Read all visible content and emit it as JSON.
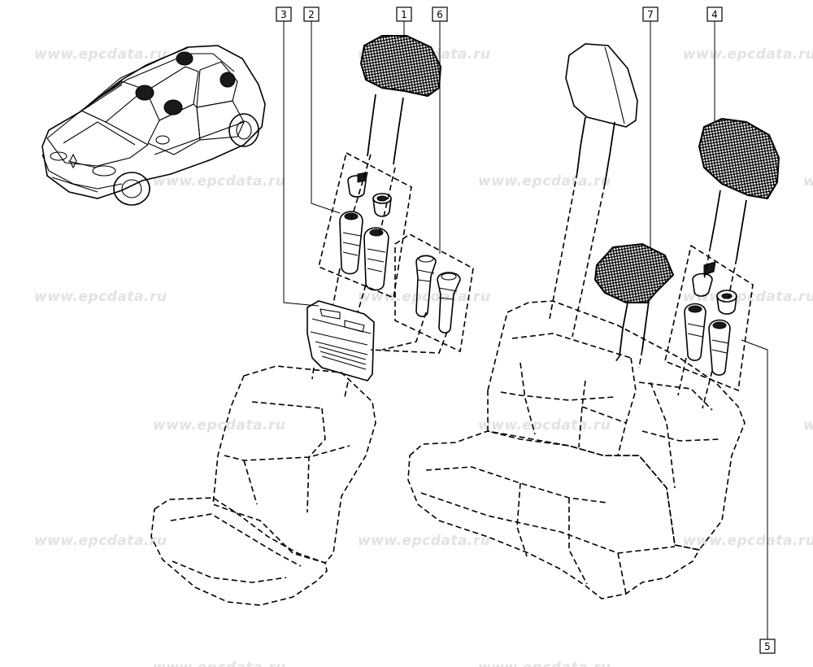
{
  "watermarks": [
    "www.epcdata.ru",
    "www.epcdata.ru",
    "www.epcdata.ru",
    "www.epcdata.ru",
    "www.epcdata.ru",
    "www.epcdata.ru",
    "www.epcdata.ru",
    "www.epcdata.ru",
    "www.epcdata.ru",
    "www.epcdata.ru",
    "www.epcdata.ru",
    "www.epcdata.ru",
    "www.epcdata.ru",
    "www.epcdata.ru",
    "www.epcdata.ru",
    "www.epcdata.ru",
    "www.epcdata.ru",
    "www.epcdata.ru",
    "www.epcdata.ru",
    "www.epcdata.ru"
  ],
  "callouts": {
    "c1": "1",
    "c2": "2",
    "c3": "3",
    "c4": "4",
    "c5": "5",
    "c6": "6",
    "c7": "7"
  },
  "colors": {
    "line": "#000000",
    "watermark": "#e2e2e2",
    "background": "#ffffff"
  }
}
